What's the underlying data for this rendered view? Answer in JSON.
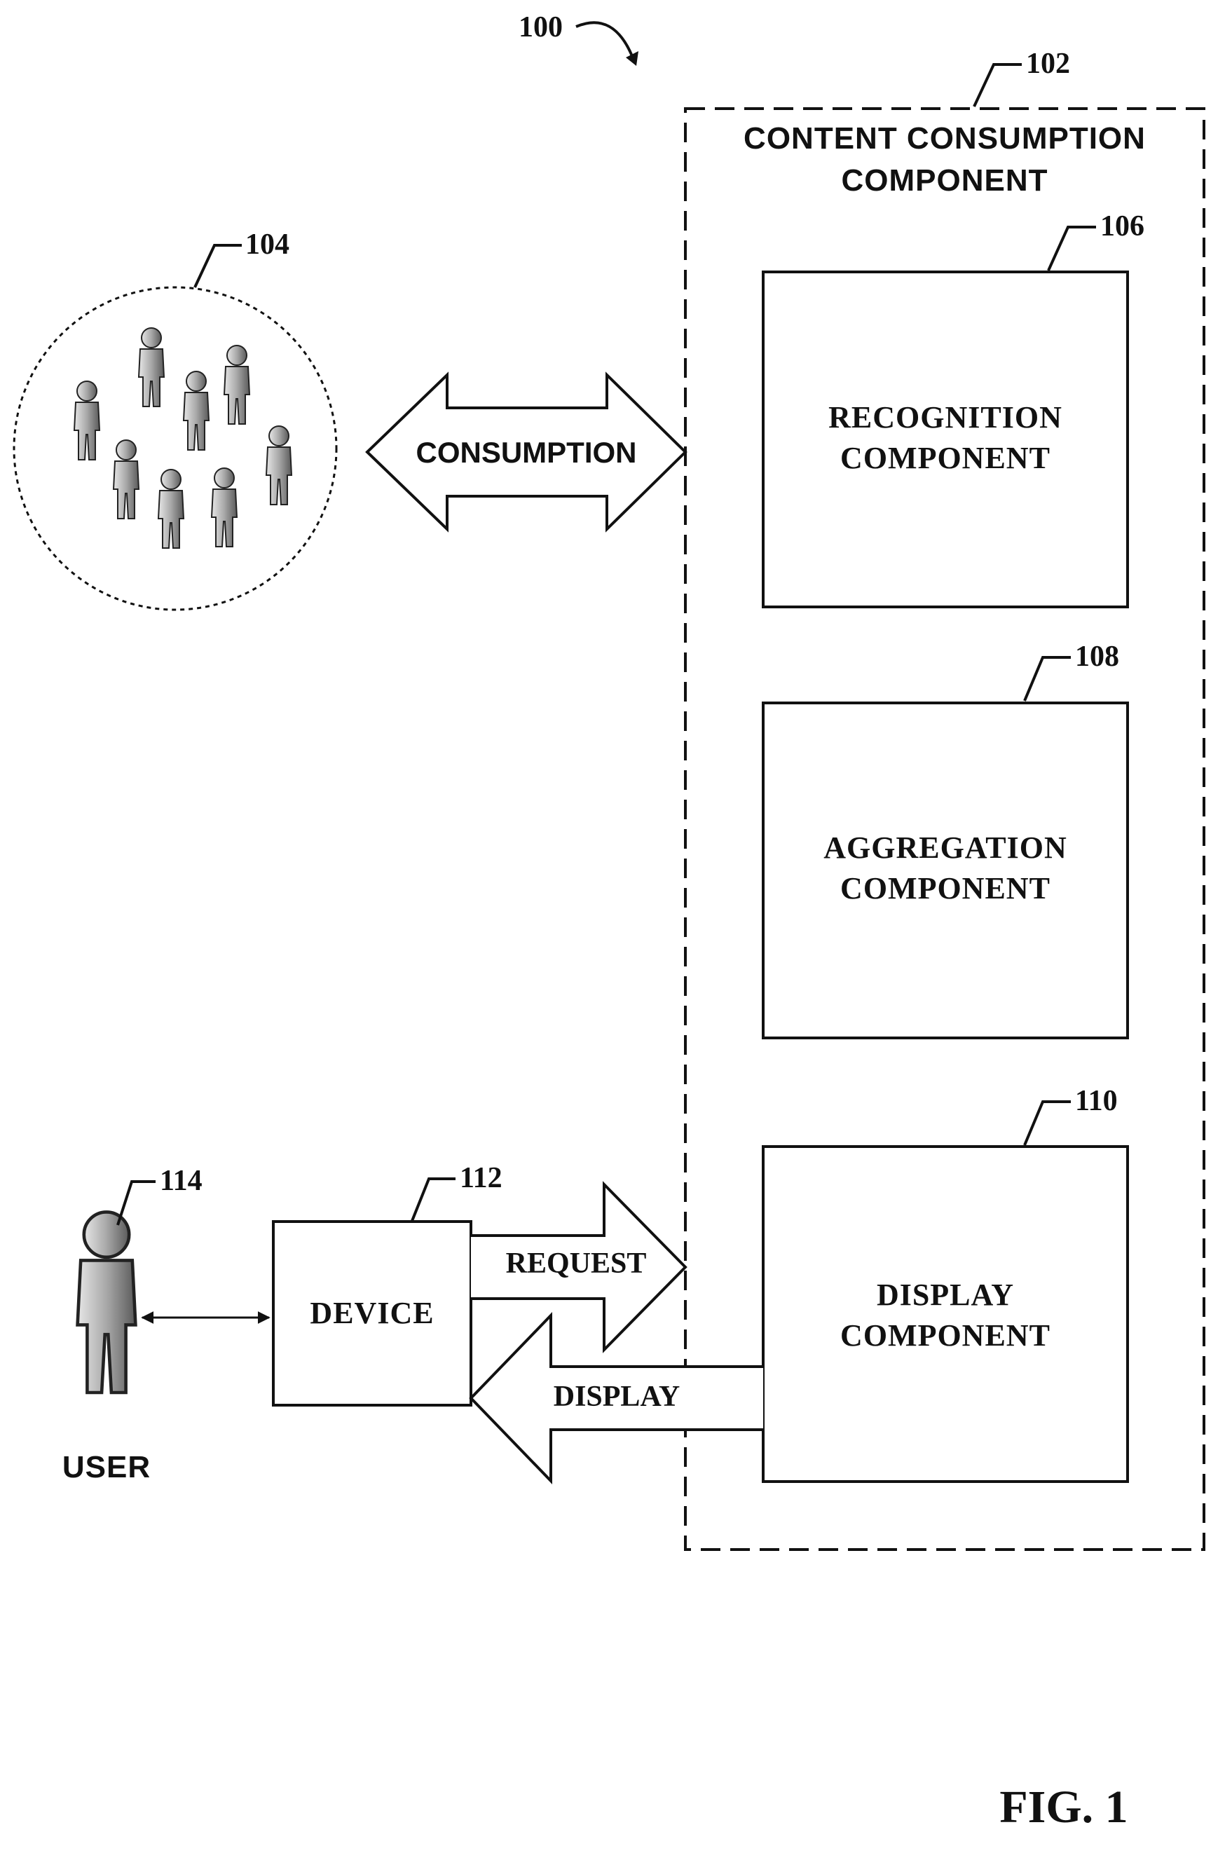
{
  "figure_label": "FIG. 1",
  "system": {
    "ref": "100"
  },
  "content_consumption": {
    "ref": "102",
    "title_line1": "CONTENT CONSUMPTION",
    "title_line2": "COMPONENT"
  },
  "crowd": {
    "ref": "104"
  },
  "recognition": {
    "ref": "106",
    "line1": "RECOGNITION",
    "line2": "COMPONENT"
  },
  "aggregation": {
    "ref": "108",
    "line1": "AGGREGATION",
    "line2": "COMPONENT"
  },
  "display_component": {
    "ref": "110",
    "line1": "DISPLAY",
    "line2": "COMPONENT"
  },
  "device": {
    "ref": "112",
    "label": "DEVICE"
  },
  "user": {
    "ref": "114",
    "label": "USER"
  },
  "arrows": {
    "consumption": "CONSUMPTION",
    "request": "REQUEST",
    "display": "DISPLAY"
  }
}
